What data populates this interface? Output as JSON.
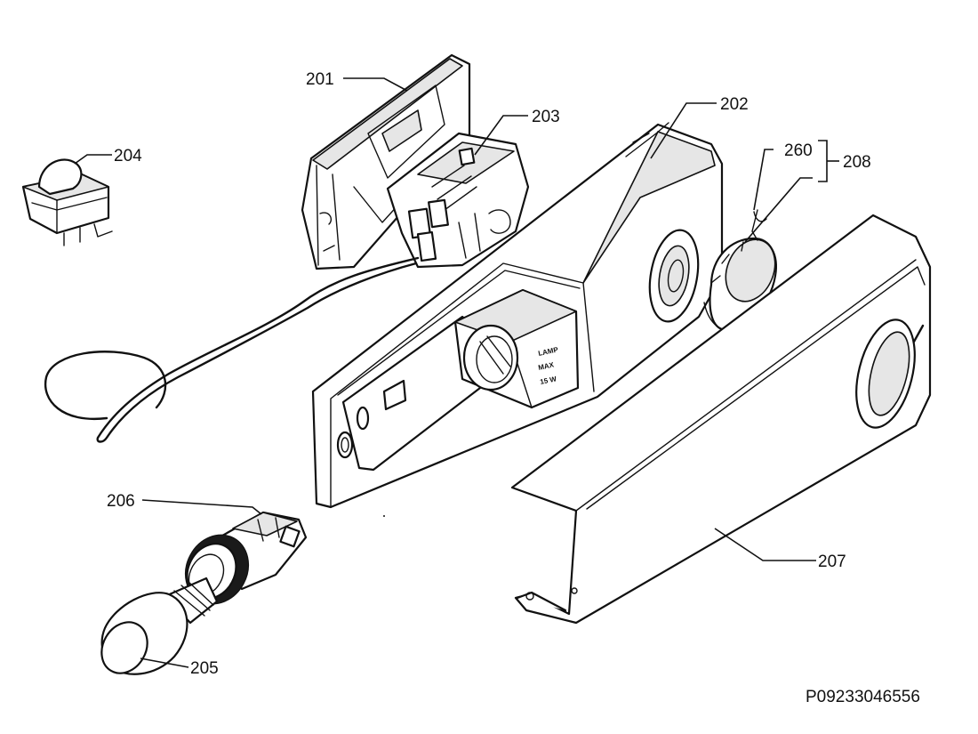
{
  "callouts": [
    {
      "id": "201",
      "label": "201"
    },
    {
      "id": "202",
      "label": "202"
    },
    {
      "id": "203",
      "label": "203"
    },
    {
      "id": "204",
      "label": "204"
    },
    {
      "id": "205",
      "label": "205"
    },
    {
      "id": "206",
      "label": "206"
    },
    {
      "id": "207",
      "label": "207"
    },
    {
      "id": "208",
      "label": "208"
    },
    {
      "id": "260",
      "label": "260"
    }
  ],
  "document_id": "P09233046556"
}
